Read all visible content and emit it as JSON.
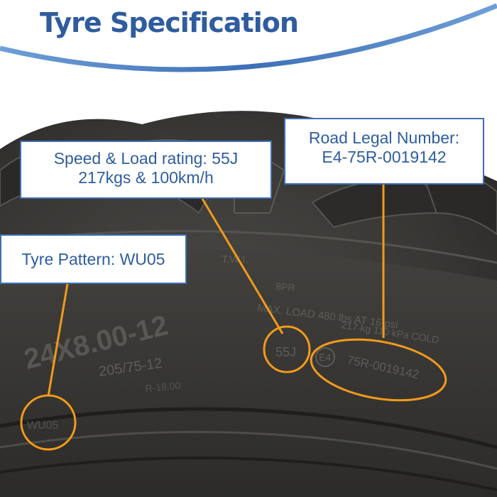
{
  "header": {
    "title": "Tyre Specification"
  },
  "callouts": {
    "speed_load": {
      "line1": "Speed & Load rating: 55J",
      "line2": "217kgs & 100km/h"
    },
    "road_legal": {
      "line1": "Road Legal Number:",
      "line2": "E4-75R-0019142"
    },
    "pattern": {
      "line1": "Tyre Pattern: WU05"
    }
  },
  "tyre_markings": {
    "twi": "T.W.I.",
    "ply": "8PR",
    "max_load": "MAX. LOAD 480 lbs AT 16 psi",
    "metric_load": "217 kg   110 kPa COLD",
    "size": "24X8.00-12",
    "metric_size": "205/75-12",
    "small_text": "R-18.00",
    "pattern_code": "WU05",
    "speed_code": "55J",
    "e_mark": "E4",
    "approval_no": "75R-0019142"
  },
  "colors": {
    "accent": "#2f5c9e",
    "callout_border": "#3f6fb3",
    "leader": "#f19a1c",
    "rubber": "#302f2d"
  }
}
